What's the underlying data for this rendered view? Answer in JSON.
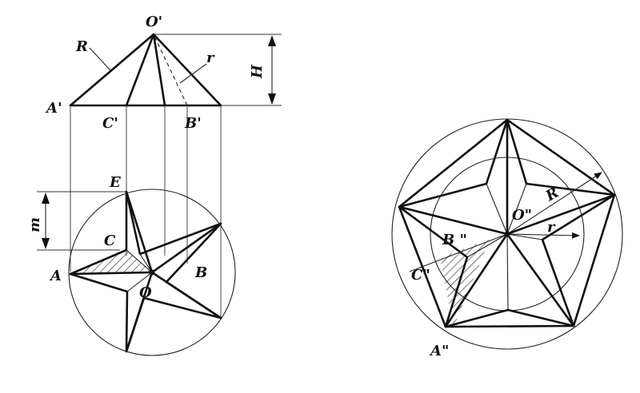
{
  "labels": {
    "O_prime": "O'",
    "R_front": "R",
    "r_front": "r",
    "H": "H",
    "A_prime": "A'",
    "C_prime": "C'",
    "B_prime": "B'",
    "E": "E",
    "m": "m",
    "C": "C",
    "A": "A",
    "O": "O",
    "B": "B",
    "O_double": "O\"",
    "R_right": "R",
    "r_right": "r",
    "B_double": "B \"",
    "C_double": "C\"",
    "A_double": "A\""
  }
}
